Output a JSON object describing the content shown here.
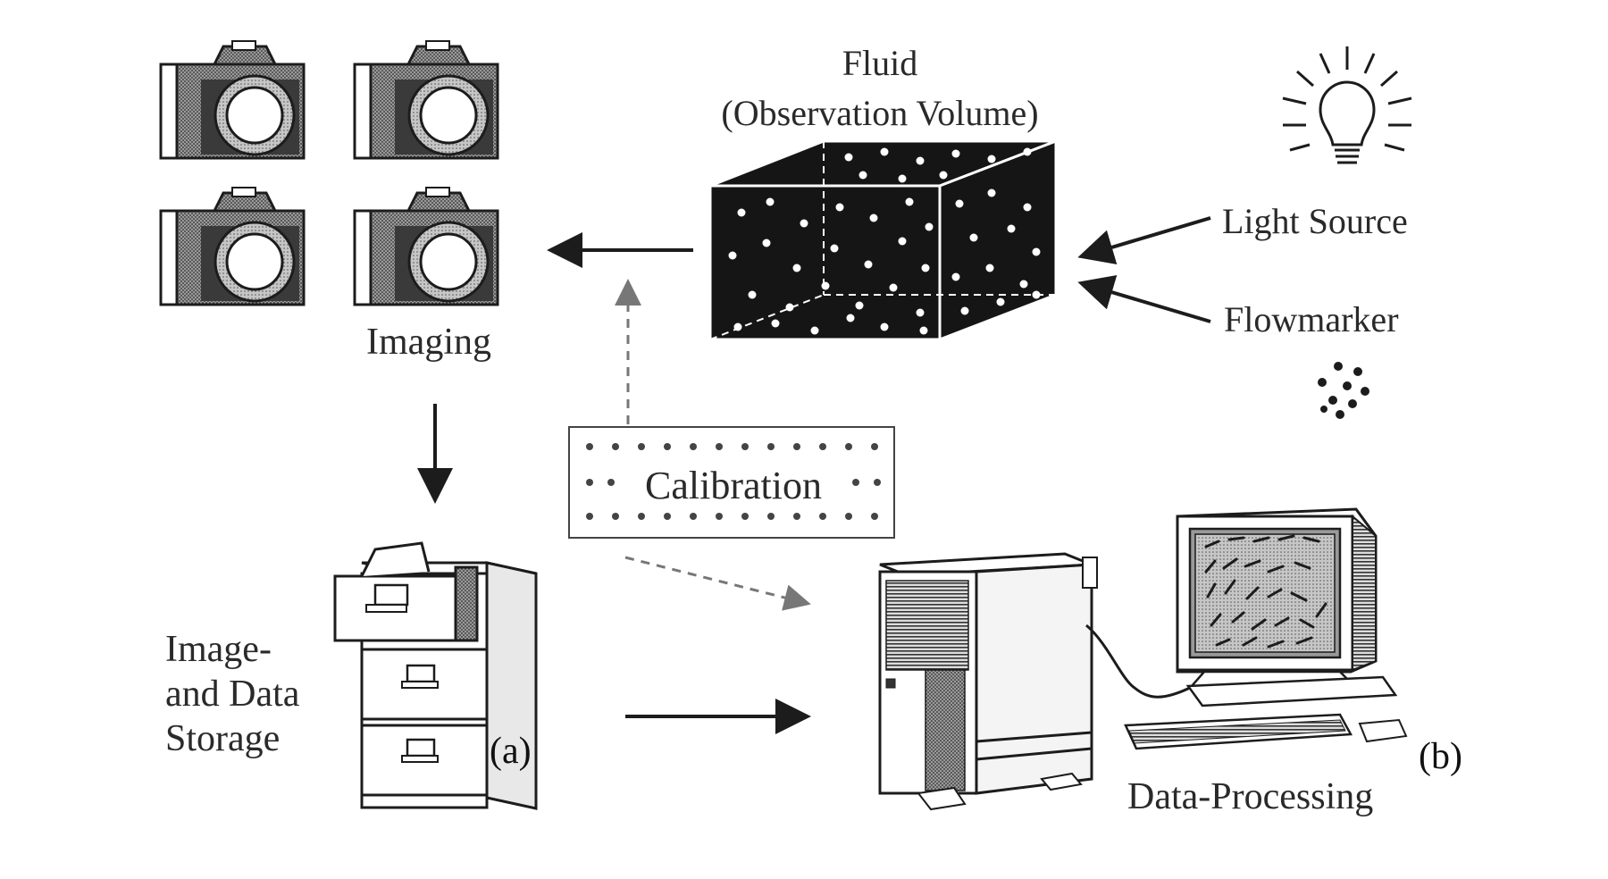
{
  "labels": {
    "fluid_line1": "Fluid",
    "fluid_line2": "(Observation Volume)",
    "light_source": "Light Source",
    "flowmarker": "Flowmarker",
    "imaging": "Imaging",
    "calibration": "Calibration",
    "storage_line1": "Image-",
    "storage_line2": "and Data",
    "storage_line3": "Storage",
    "data_processing": "Data-Processing",
    "panel_a": "(a)",
    "panel_b": "(b)"
  },
  "icons": {
    "cameras": "camera-icon",
    "fluid_volume": "particle-cube-icon",
    "light_source": "light-bulb-icon",
    "flowmarker": "particles-icon",
    "storage": "file-cabinet-icon",
    "computer": "workstation-icon"
  },
  "colors": {
    "ink": "#1c1c1c",
    "gray": "#7a7a7a",
    "paper": "#ffffff"
  }
}
